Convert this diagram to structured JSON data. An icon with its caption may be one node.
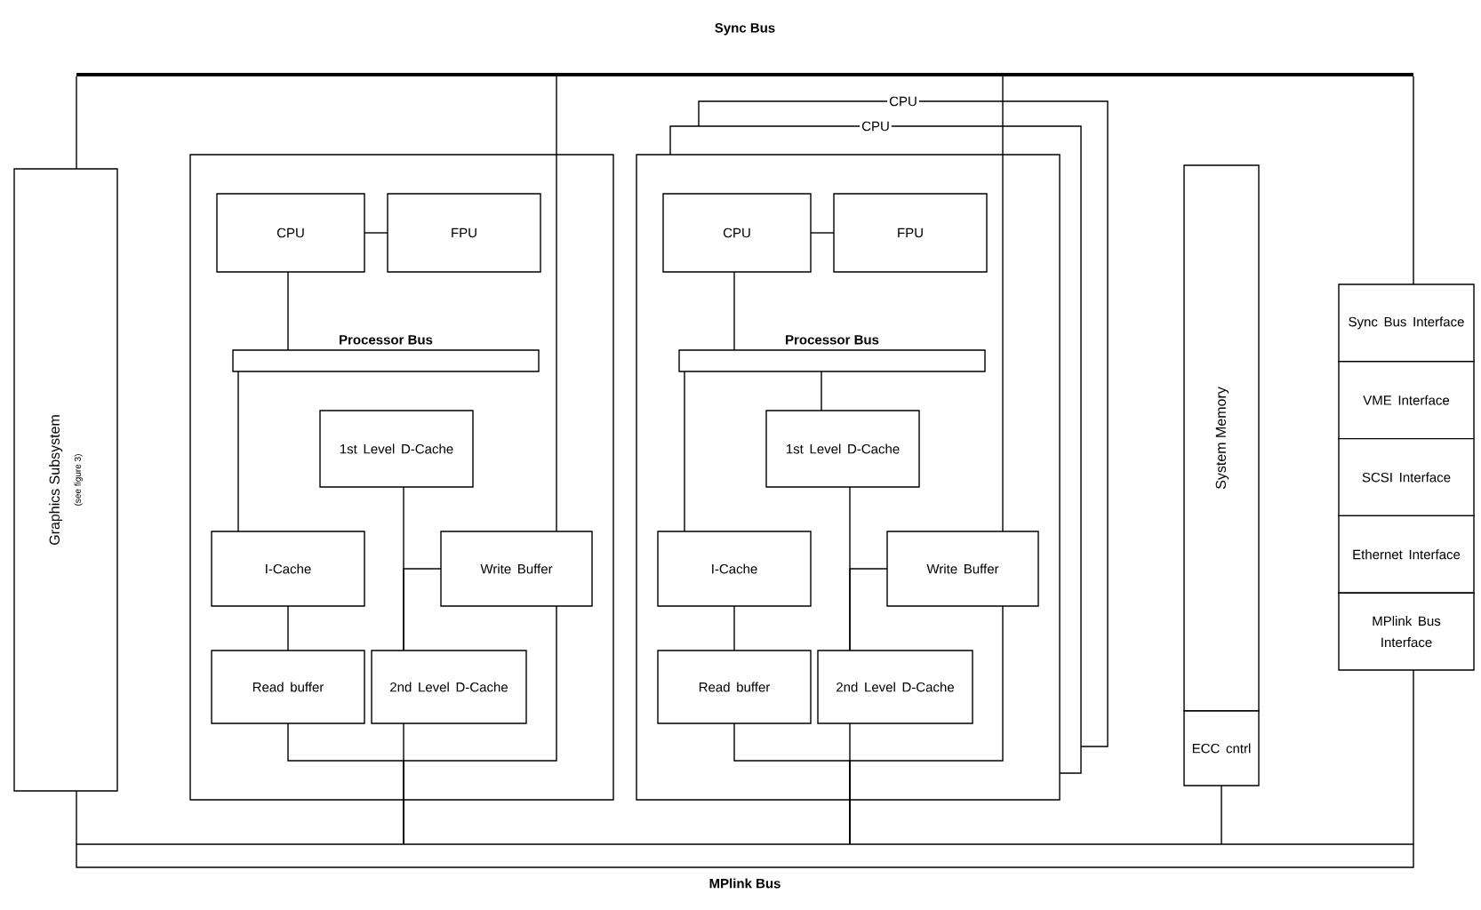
{
  "diagram": {
    "nodes": [
      {
        "text": [
          "Sync Bus"
        ]
      },
      {
        "text": [
          "Graphics Subsystem",
          "(see figure 3)"
        ]
      },
      {
        "text": [],
        "shape": "box"
      },
      {
        "text": [
          "CPU"
        ],
        "in": 2
      },
      {
        "text": [
          "FPU"
        ],
        "in": 2
      },
      {
        "text": [
          "Processor Bus"
        ],
        "in": 2
      },
      {
        "text": [
          "1st Level D-Cache"
        ],
        "in": 2
      },
      {
        "text": [
          "I-Cache"
        ],
        "in": 2
      },
      {
        "text": [
          "Write Buffer"
        ],
        "in": 2
      },
      {
        "text": [
          "Read buffer"
        ],
        "in": 2
      },
      {
        "text": [
          "2nd Level D-Cache"
        ],
        "in": 2
      },
      {
        "text": [],
        "shape": "box"
      },
      {
        "text": [
          "CPU"
        ],
        "in": 11
      },
      {
        "text": [
          "FPU"
        ],
        "in": 11
      },
      {
        "text": [
          "Processor Bus"
        ],
        "in": 11
      },
      {
        "text": [
          "1st Level D-Cache"
        ],
        "in": 11
      },
      {
        "text": [
          "I-Cache"
        ],
        "in": 11
      },
      {
        "text": [
          "Write Buffer"
        ],
        "in": 11
      },
      {
        "text": [
          "Read buffer"
        ],
        "in": 11
      },
      {
        "text": [
          "2nd Level D-Cache"
        ],
        "in": 11
      },
      {
        "text": [
          "System Memory"
        ]
      },
      {
        "text": [
          "ECC cntrl"
        ]
      },
      {
        "text": [
          "Sync Bus Interface"
        ]
      },
      {
        "text": [
          "VME Interface"
        ]
      },
      {
        "text": [
          "SCSI Interface"
        ]
      },
      {
        "text": [
          "Ethernet Interface"
        ]
      },
      {
        "text": [
          "MPlink Bus Interface"
        ]
      },
      {
        "text": [
          "MPlink Bus"
        ]
      }
    ],
    "edges": [
      {
        "from": 3,
        "to": 4,
        "arrow": "none"
      },
      {
        "from": 3,
        "to": 5,
        "arrow": "none"
      },
      {
        "from": 5,
        "to": 7,
        "arrow": "none"
      },
      {
        "from": 6,
        "to": 10,
        "arrow": "none"
      },
      {
        "from": 8,
        "to": 10,
        "arrow": "none"
      },
      {
        "from": 7,
        "to": 9,
        "arrow": "none"
      },
      {
        "from": 9,
        "to": 27,
        "arrow": "none"
      },
      {
        "from": 8,
        "to": 27,
        "arrow": "none"
      },
      {
        "from": 10,
        "to": 27,
        "arrow": "none"
      },
      {
        "from": 12,
        "to": 13,
        "arrow": "none"
      },
      {
        "from": 12,
        "to": 14,
        "arrow": "none"
      },
      {
        "from": 14,
        "to": 15,
        "arrow": "none"
      },
      {
        "from": 14,
        "to": 16,
        "arrow": "none"
      },
      {
        "from": 15,
        "to": 19,
        "arrow": "none"
      },
      {
        "from": 17,
        "to": 19,
        "arrow": "none"
      },
      {
        "from": 16,
        "to": 18,
        "arrow": "none"
      },
      {
        "from": 18,
        "to": 27,
        "arrow": "none"
      },
      {
        "from": 17,
        "to": 27,
        "arrow": "none"
      },
      {
        "from": 19,
        "to": 27,
        "arrow": "none"
      },
      {
        "from": 0,
        "to": 1,
        "arrow": "none"
      },
      {
        "from": 0,
        "to": 8,
        "arrow": "none"
      },
      {
        "from": 0,
        "to": 17,
        "arrow": "none"
      },
      {
        "from": 0,
        "to": 22,
        "arrow": "none"
      },
      {
        "from": 1,
        "to": 27,
        "arrow": "none"
      },
      {
        "from": 21,
        "to": 27,
        "arrow": "none"
      },
      {
        "from": 26,
        "to": 27,
        "arrow": "none"
      }
    ],
    "labels": [
      "CPU",
      "CPU"
    ]
  }
}
